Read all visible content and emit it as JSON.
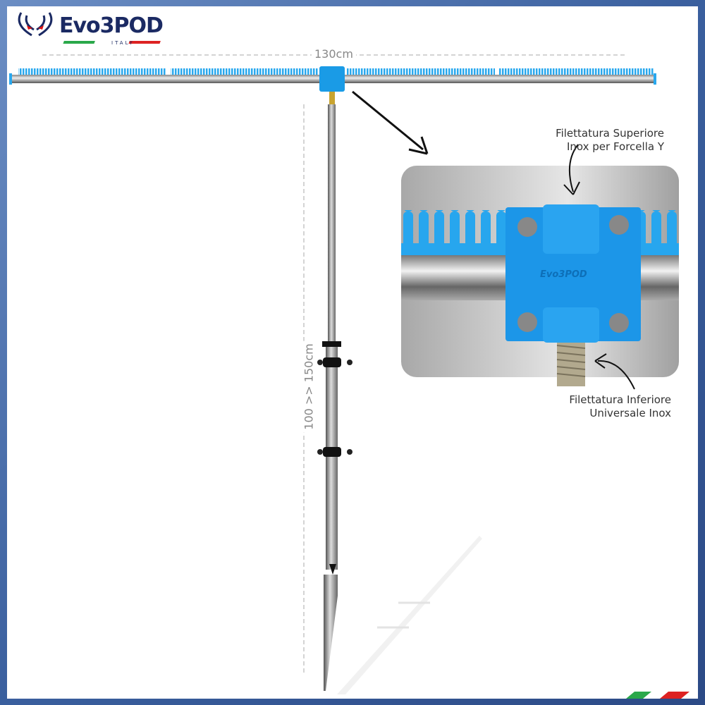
{
  "brand": {
    "name": "Evo3POD",
    "tagline": "ITALY"
  },
  "dimensions": {
    "width": "130cm",
    "height": "100 >> 150cm"
  },
  "callouts": {
    "top": [
      "Filettatura Superiore",
      "Inox per Forcella Y"
    ],
    "bottom": [
      "Filettatura Inferiore",
      "Universale Inox"
    ]
  },
  "detail_brand": "Evo3POD",
  "colors": {
    "blue": "#1a9be6",
    "navy": "#1b2a63",
    "frame": "#3a5f9e"
  }
}
